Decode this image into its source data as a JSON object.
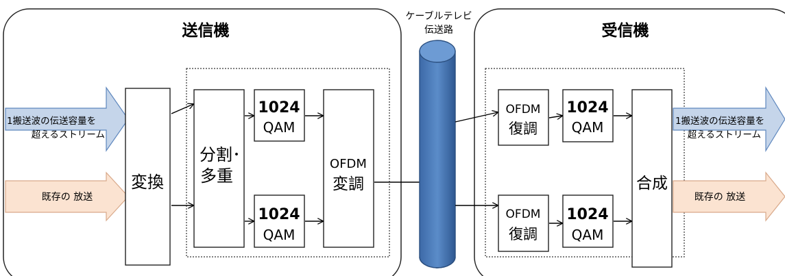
{
  "transmitter": {
    "title": "送信機"
  },
  "receiver": {
    "title": "受信機"
  },
  "channel": {
    "line1": "ケーブルテレビ",
    "line2": "伝送路"
  },
  "inputs": {
    "stream": {
      "line1": "1搬送波の伝送容量を",
      "line2": "超えるストリーム"
    },
    "existing": {
      "label": "既存の 放送"
    }
  },
  "outputs": {
    "stream": {
      "line1": "1搬送波の伝送容量を",
      "line2": "超えるストリーム"
    },
    "existing": {
      "label": "既存の 放送"
    }
  },
  "blocks": {
    "convert": "変換",
    "split_line1": "分割･",
    "split_line2": "多重",
    "qam_number": "1024",
    "qam_label": "QAM",
    "ofdm_mod_line1": "OFDM",
    "ofdm_mod_line2": "変調",
    "ofdm_demod_line1": "OFDM",
    "ofdm_demod_line2": "復調",
    "combine": "合成"
  },
  "colors": {
    "stream_arrow": "#c5d5ea",
    "existing_arrow": "#fbe3d1",
    "cable_cylinder": "#4a79b8",
    "cable_cylinder_dark": "#2b4f7f",
    "panel_border": "#222222"
  }
}
